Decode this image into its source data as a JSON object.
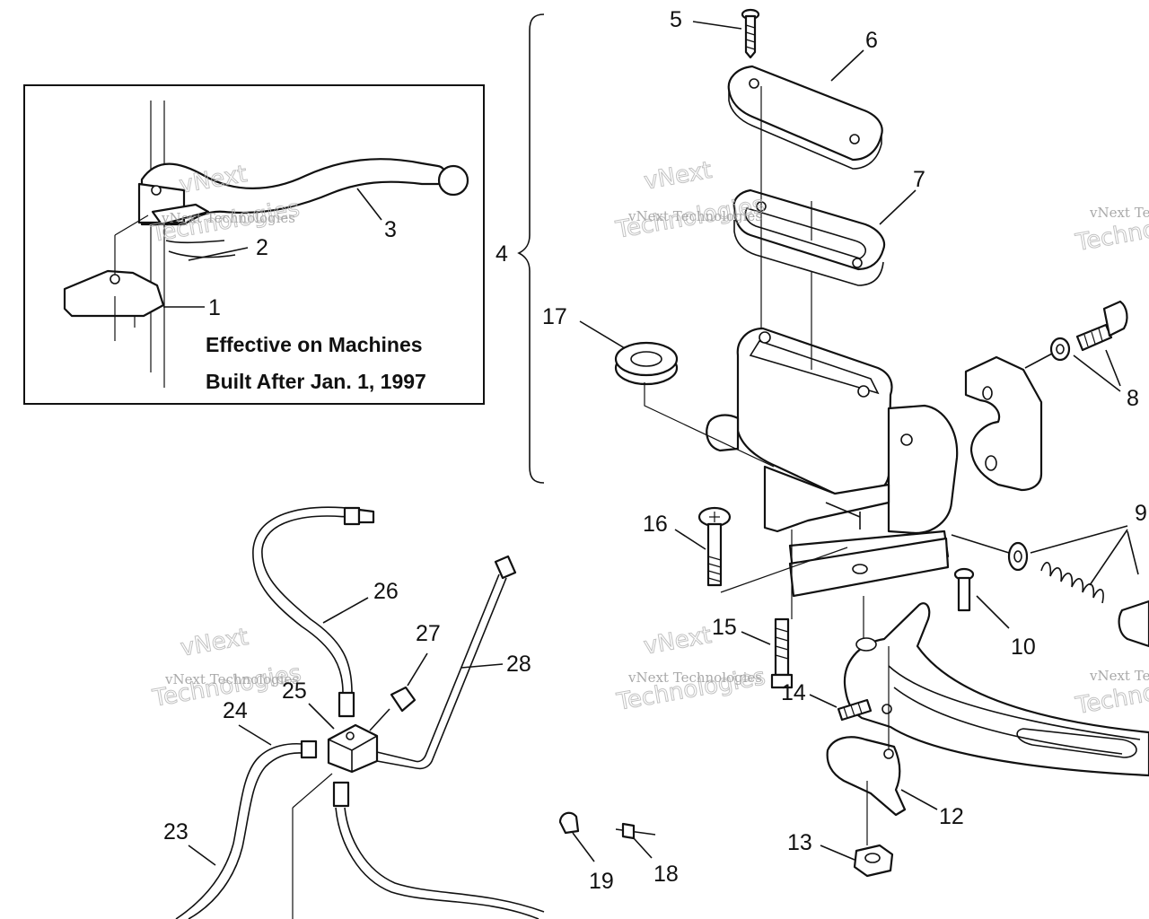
{
  "inset_note": {
    "line1": "Effective on Machines",
    "line2": "Built After Jan. 1, 1997"
  },
  "callouts": [
    {
      "id": "1",
      "text": "1"
    },
    {
      "id": "2",
      "text": "2"
    },
    {
      "id": "3",
      "text": "3"
    },
    {
      "id": "4",
      "text": "4"
    },
    {
      "id": "5",
      "text": "5"
    },
    {
      "id": "6",
      "text": "6"
    },
    {
      "id": "7",
      "text": "7"
    },
    {
      "id": "8",
      "text": "8"
    },
    {
      "id": "9",
      "text": "9"
    },
    {
      "id": "10",
      "text": "10"
    },
    {
      "id": "12",
      "text": "12"
    },
    {
      "id": "13",
      "text": "13"
    },
    {
      "id": "14",
      "text": "14"
    },
    {
      "id": "15",
      "text": "15"
    },
    {
      "id": "16",
      "text": "16"
    },
    {
      "id": "17",
      "text": "17"
    },
    {
      "id": "18",
      "text": "18"
    },
    {
      "id": "19",
      "text": "19"
    },
    {
      "id": "23",
      "text": "23"
    },
    {
      "id": "24",
      "text": "24"
    },
    {
      "id": "25",
      "text": "25"
    },
    {
      "id": "26",
      "text": "26"
    },
    {
      "id": "27",
      "text": "27"
    },
    {
      "id": "28",
      "text": "28"
    }
  ],
  "watermark": {
    "line1": "vNext Technologies",
    "line2": "Technologies",
    "mark": "vNext"
  },
  "colors": {
    "ink": "#111111",
    "watermark": "#9a9a9a",
    "background": "#ffffff"
  }
}
